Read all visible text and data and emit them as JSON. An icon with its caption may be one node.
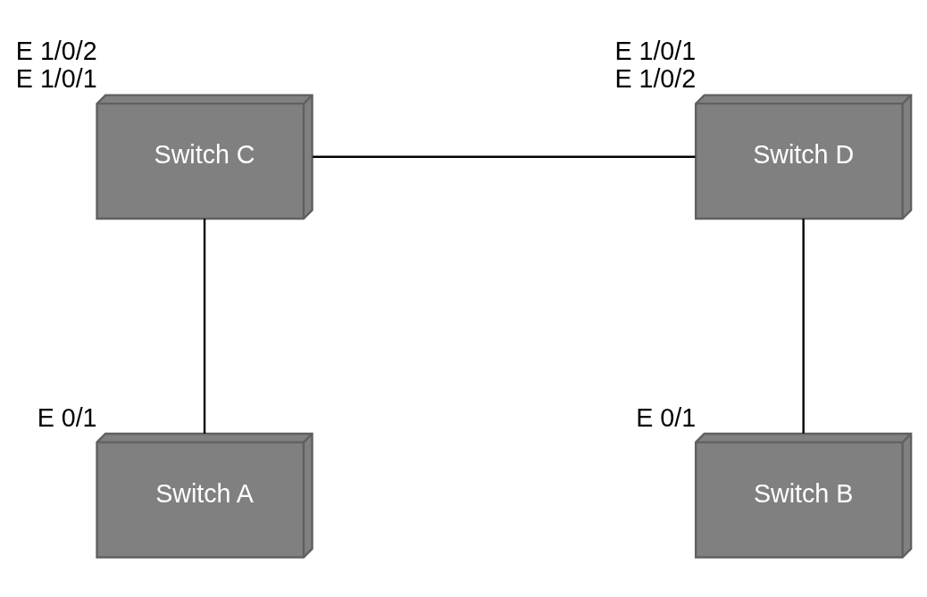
{
  "diagram": {
    "nodes": [
      {
        "text": [
          "Switch C"
        ],
        "beside": [
          "E 1/0/2",
          "E 1/0/1"
        ]
      },
      {
        "text": [
          "Switch D"
        ],
        "beside": [
          "E 1/0/1",
          "E 1/0/2"
        ]
      },
      {
        "text": [
          "Switch A"
        ],
        "beside": [
          "E 0/1"
        ]
      },
      {
        "text": [
          "Switch B"
        ],
        "beside": [
          "E 0/1"
        ]
      }
    ],
    "edges": [
      {
        "from": 0,
        "to": 1,
        "arrow": "none"
      },
      {
        "from": 0,
        "to": 2,
        "arrow": "none"
      },
      {
        "from": 1,
        "to": 3,
        "arrow": "none"
      }
    ]
  }
}
